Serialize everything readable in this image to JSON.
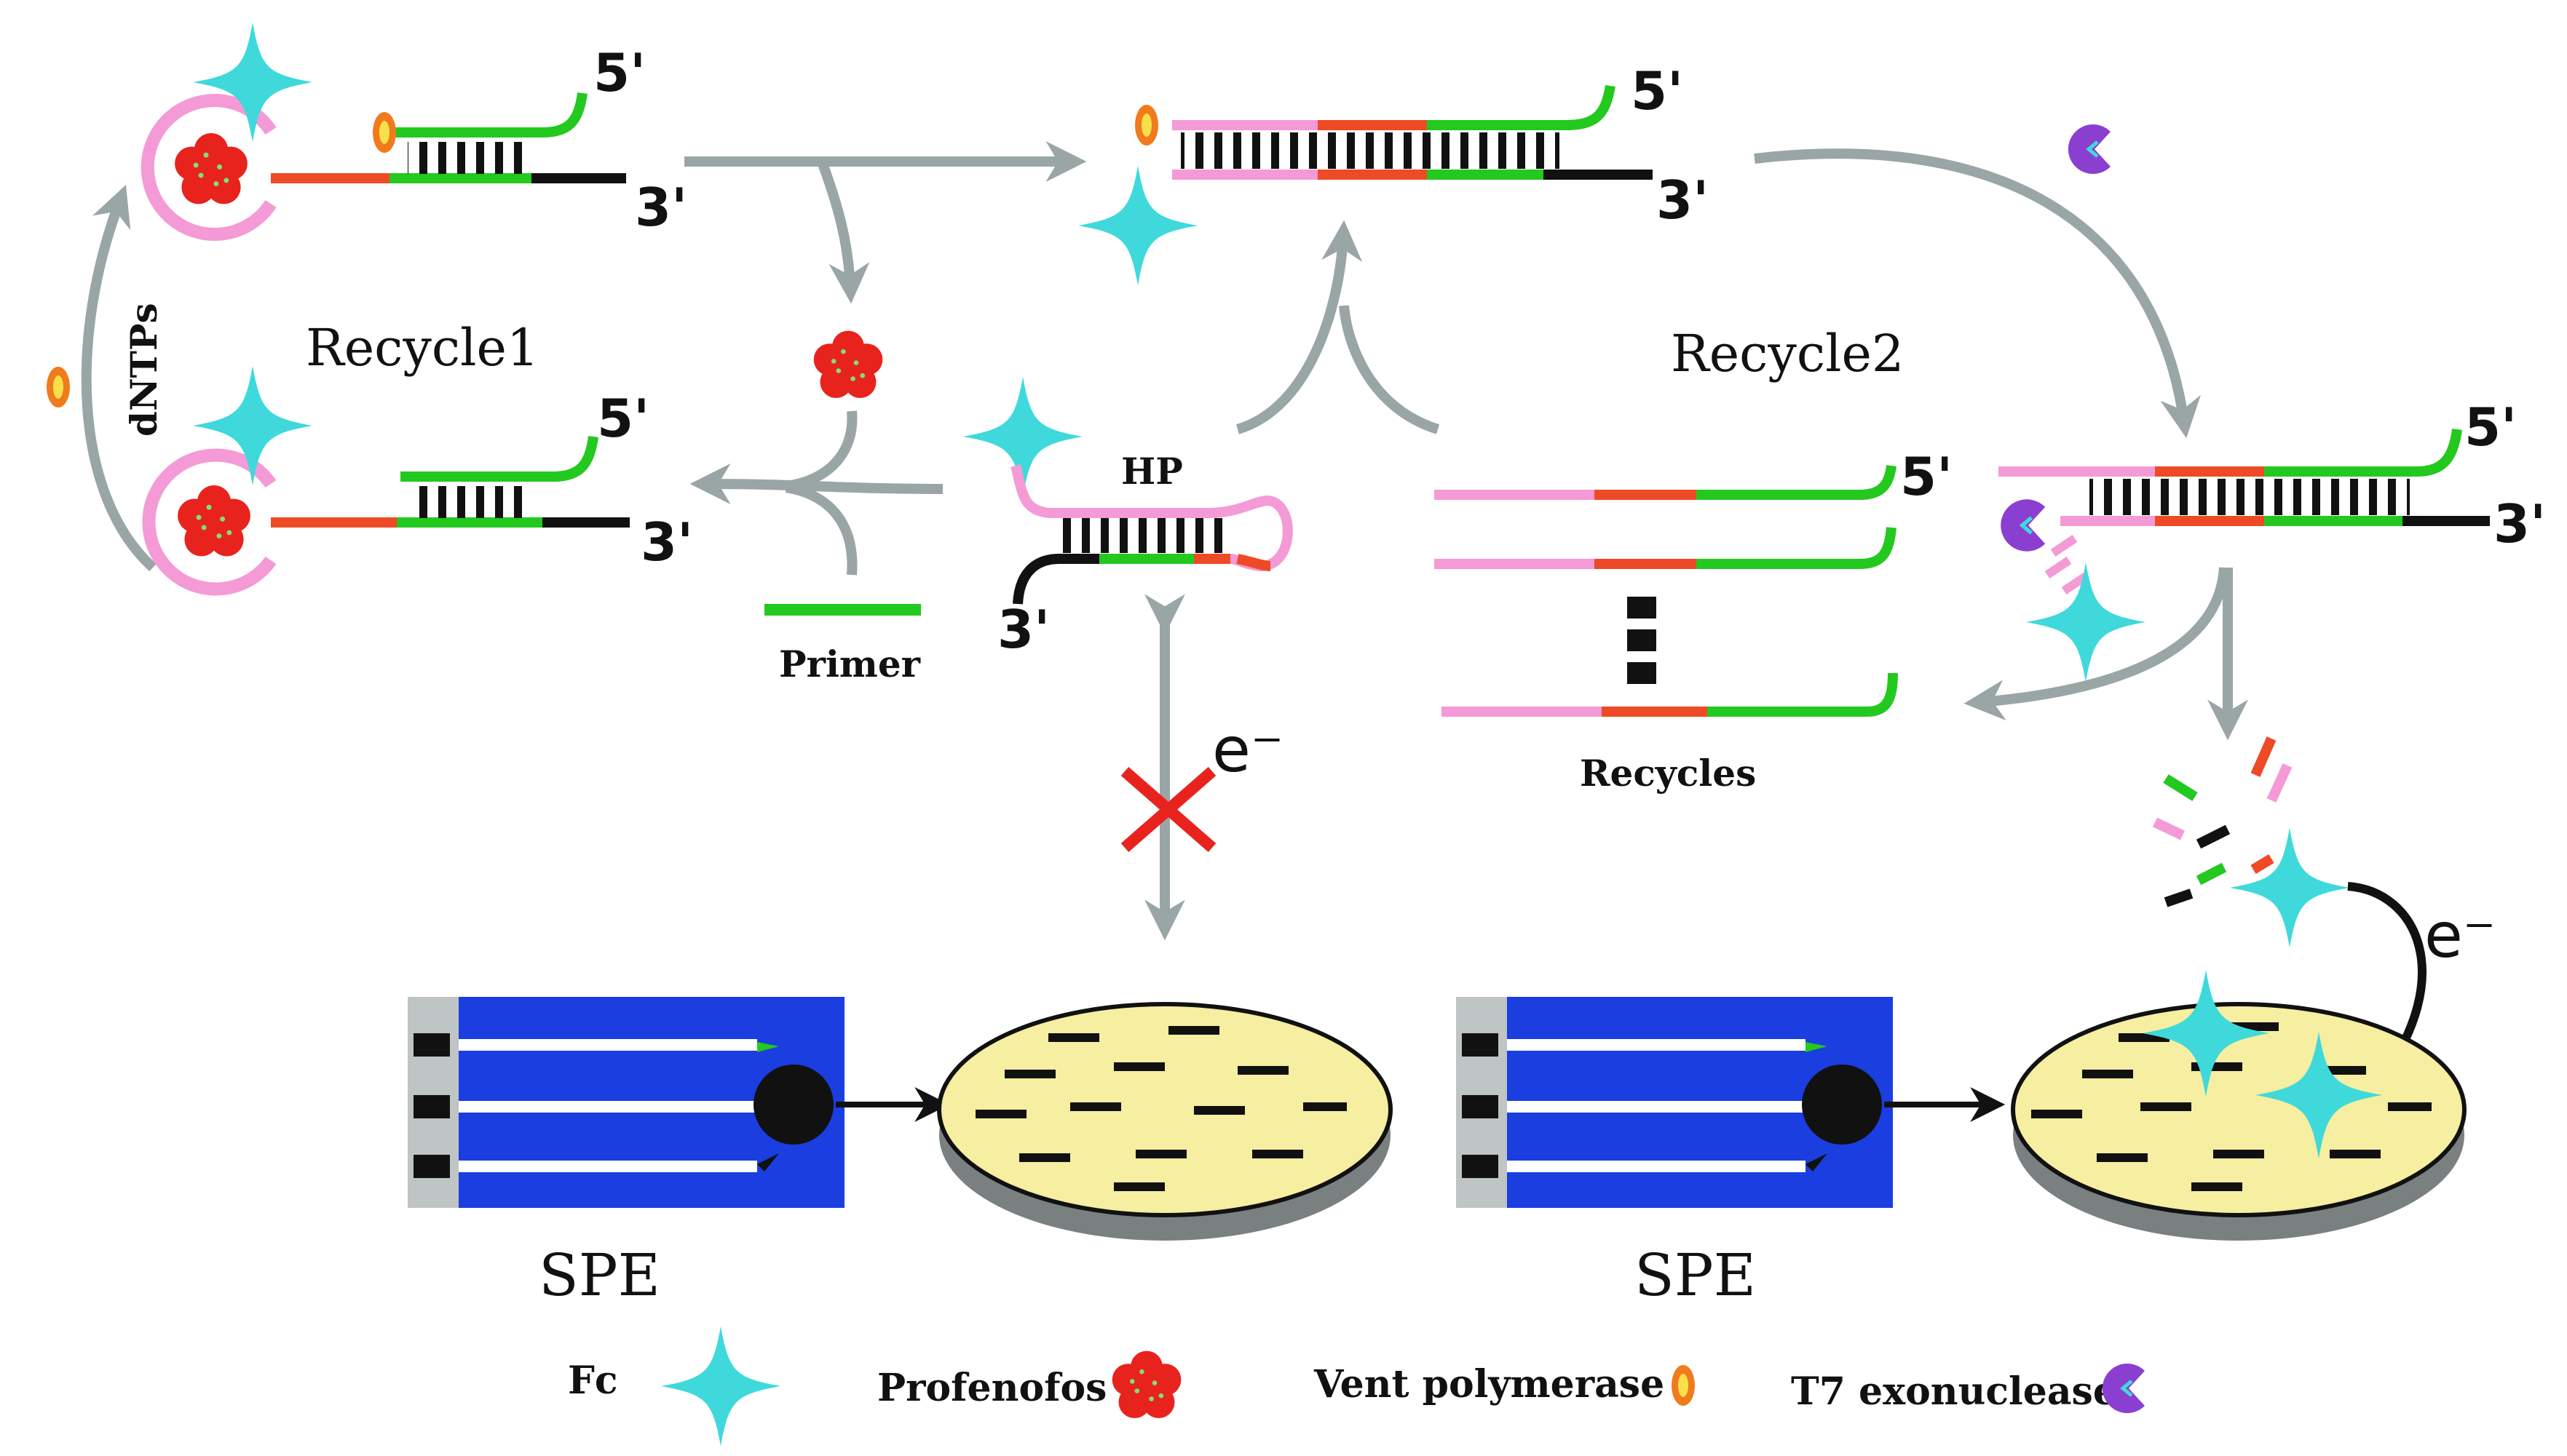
{
  "labels": {
    "recycle1": "Recycle1",
    "recycle2": "Recycle2",
    "dntps": "dNTPs",
    "hp": "HP",
    "primer": "Primer",
    "recycles": "Recycles",
    "prime5": "5'",
    "prime3": "3'",
    "electron": "e⁻",
    "spe": "SPE"
  },
  "legend": [
    {
      "label": "Fc",
      "icon": "fc-star-icon",
      "color": "#3fd9dc"
    },
    {
      "label": "Profenofos",
      "icon": "profenofos-cluster-icon",
      "color": "#e8231d"
    },
    {
      "label": "Vent polymerase",
      "icon": "vent-polymerase-icon",
      "color": "#f07b1c"
    },
    {
      "label": "T7  exonuclease",
      "icon": "t7-exonuclease-icon",
      "color": "#8a3fd1"
    }
  ],
  "colors": {
    "pink": "#f49ad6",
    "red": "#ee4a25",
    "green": "#23c91e",
    "black": "#111111",
    "cyan": "#3fd9dc",
    "arrow": "#9aa5a6",
    "electrode_blue": "#1a3ee0",
    "disk_yellow": "#f6eea0"
  }
}
